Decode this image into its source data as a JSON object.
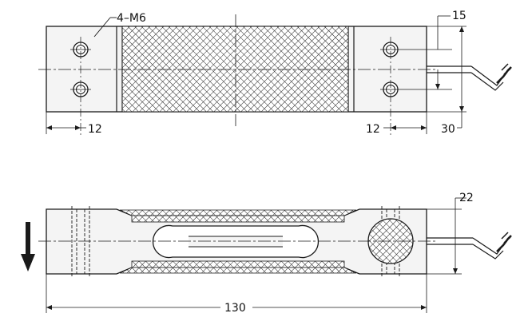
{
  "colors": {
    "line": "#1a1a1a",
    "body_fill": "#f4f4f4",
    "mesh": "#222222",
    "background": "#ffffff"
  },
  "labels": {
    "thread": "4–M6",
    "hole_spacing_left": "12",
    "hole_spacing_right": "12",
    "hole_offset": "15",
    "width": "30",
    "height": "22",
    "length": "130"
  },
  "icons": {
    "load_direction": "down-arrow-icon"
  }
}
